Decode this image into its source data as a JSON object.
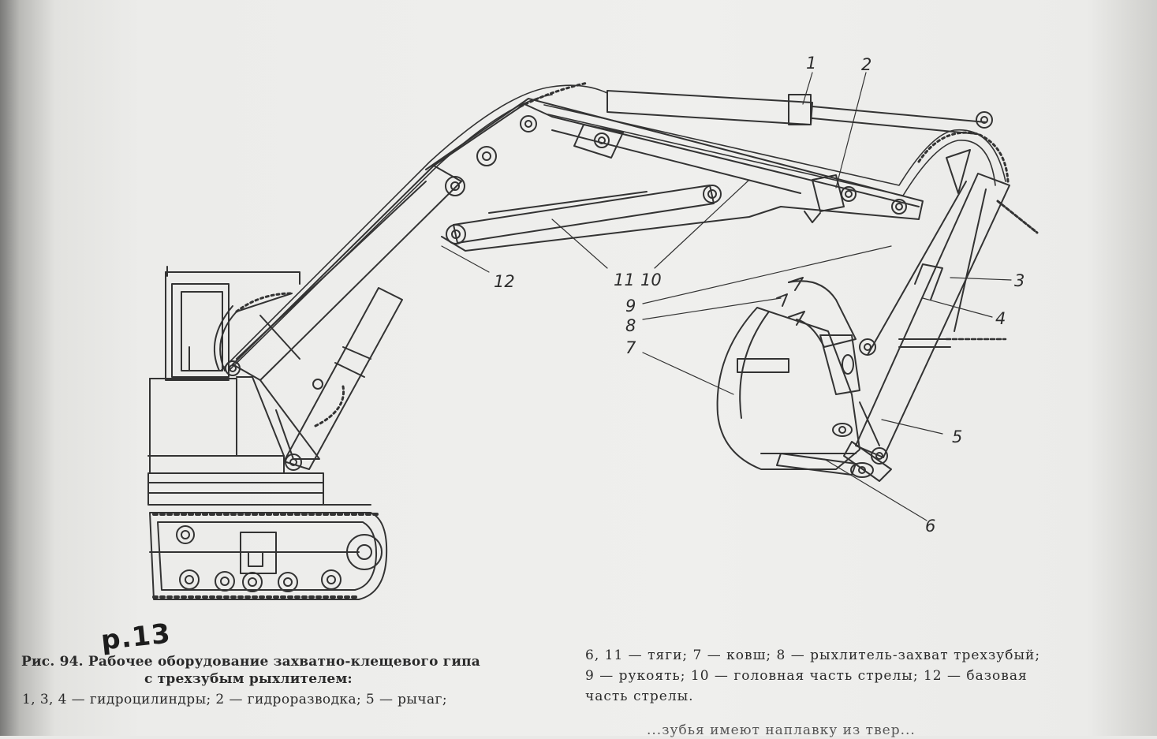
{
  "figure": {
    "callouts": [
      "1",
      "2",
      "3",
      "4",
      "5",
      "6",
      "7",
      "8",
      "9",
      "10",
      "11",
      "12"
    ],
    "handwritten_note": "р.13"
  },
  "caption": {
    "title": "Рис. 94. Рабочее оборудование захватно-клещевого гипа",
    "subtitle": "с трехзубым рыхлителем:",
    "line_left_3": "1, 3, 4 — гидроцилиндры; 2 — гидроразводка; 5 — рычаг;",
    "line_right_1": "6, 11 — тяги; 7 — ковш; 8 — рыхлитель-захват трехзубый;",
    "line_right_2": "9 — рукоять; 10 — головная часть стрелы; 12 — базовая",
    "line_right_3": "часть стрелы."
  },
  "cut_off_text": "...зубья имеют наплавку из твер..."
}
